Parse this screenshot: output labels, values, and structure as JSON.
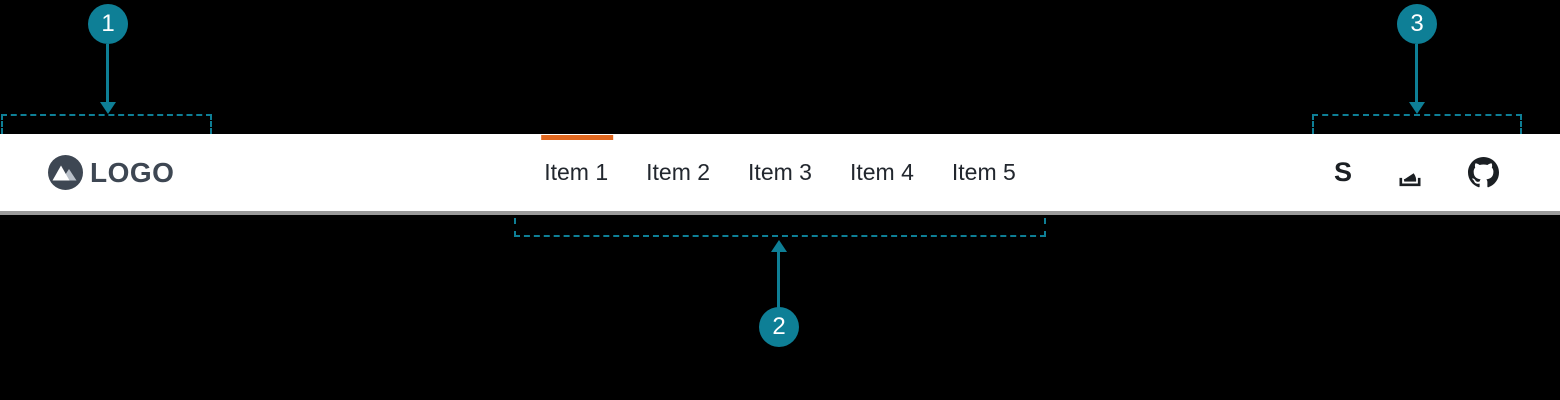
{
  "colors": {
    "page_background": "#000000",
    "navbar_background": "#ffffff",
    "accent_teal": "#0e7f96",
    "active_orange": "#e0671f",
    "logo_color": "#3e4753",
    "nav_text": "#22272e",
    "navbar_border": "#9b9b9b"
  },
  "navbar": {
    "logo": {
      "text": "LOGO",
      "icon": "mountain-logo-icon"
    },
    "menu": {
      "items": [
        {
          "label": "Item 1",
          "active": true
        },
        {
          "label": "Item 2",
          "active": false
        },
        {
          "label": "Item 3",
          "active": false
        },
        {
          "label": "Item 4",
          "active": false
        },
        {
          "label": "Item 5",
          "active": false
        }
      ]
    },
    "social": {
      "stack_exchange_label": "S",
      "icons": [
        "stack-exchange-s-icon",
        "stack-overflow-icon",
        "github-icon"
      ]
    }
  },
  "annotations": {
    "callouts": [
      {
        "number": "1",
        "target": "logo-area"
      },
      {
        "number": "2",
        "target": "menu-items-area"
      },
      {
        "number": "3",
        "target": "social-icons-area"
      }
    ]
  }
}
